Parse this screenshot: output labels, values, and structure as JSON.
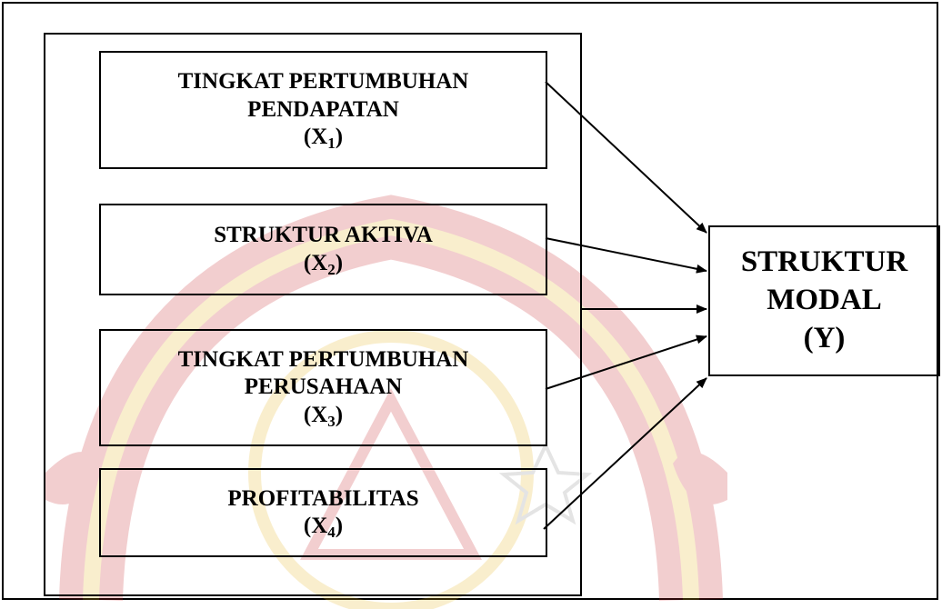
{
  "variables": [
    {
      "line1": "TINGKAT PERTUMBUHAN",
      "line2": "PENDAPATAN",
      "symbol": "X",
      "subscript": "1"
    },
    {
      "line1": "STRUKTUR AKTIVA",
      "line2": "",
      "symbol": "X",
      "subscript": "2"
    },
    {
      "line1": "TINGKAT PERTUMBUHAN",
      "line2": "PERUSAHAAN",
      "symbol": "X",
      "subscript": "3"
    },
    {
      "line1": "PROFITABILITAS",
      "line2": "",
      "symbol": "X",
      "subscript": "4"
    }
  ],
  "dependent": {
    "line1": "STRUKTUR",
    "line2": "MODAL",
    "symbol": "(Y)"
  },
  "colors": {
    "line": "#000000",
    "watermark_red": "#c8242a",
    "watermark_gold": "#e6b422"
  }
}
